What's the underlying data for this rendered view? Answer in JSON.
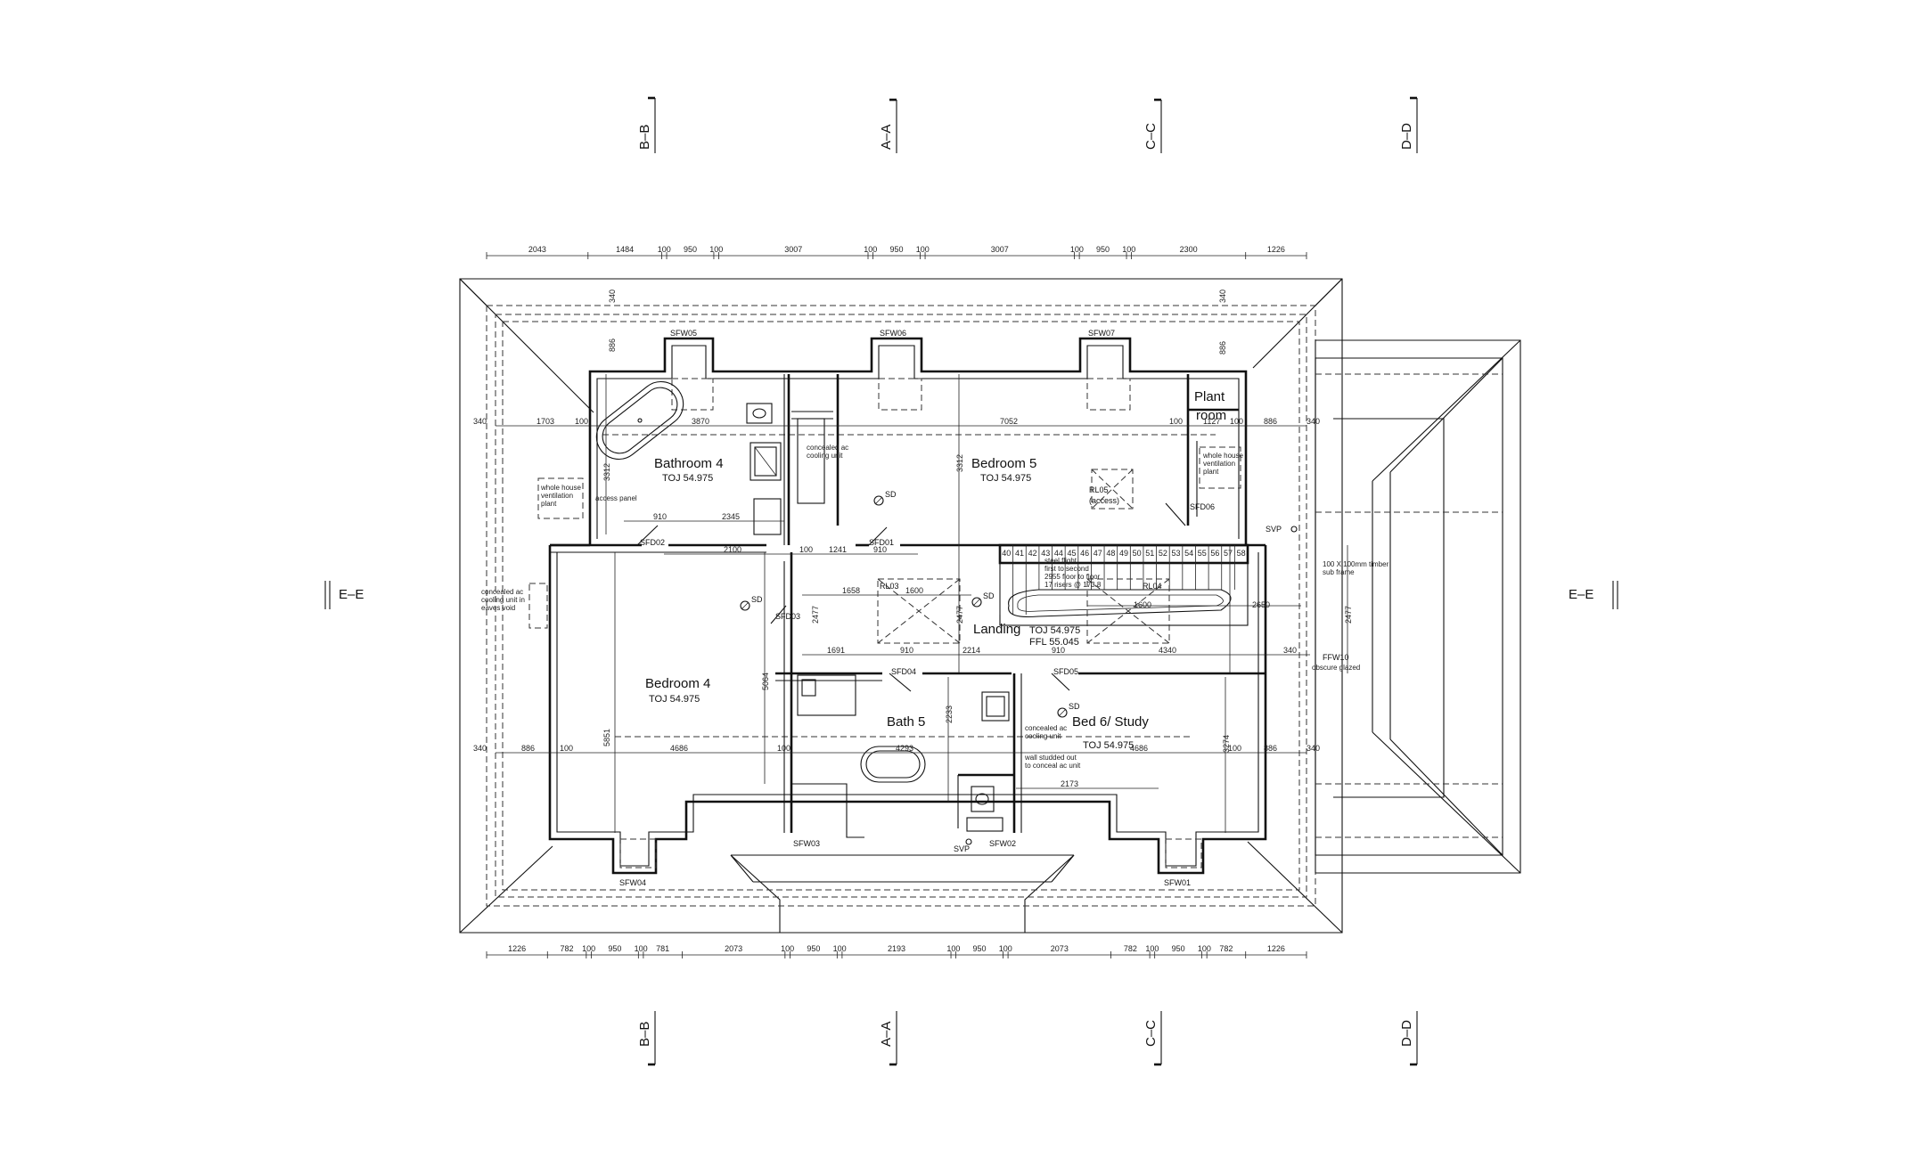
{
  "sections": {
    "bb": "B–B",
    "aa": "A–A",
    "cc": "C–C",
    "dd": "D–D",
    "ee": "E–E"
  },
  "top_dims": [
    "2043",
    "1484",
    "100",
    "950",
    "100",
    "3007",
    "100",
    "950",
    "100",
    "3007",
    "100",
    "950",
    "100",
    "2300",
    "1226"
  ],
  "bottom_dims": [
    "1226",
    "782",
    "100",
    "950",
    "100",
    "781",
    "2073",
    "100",
    "950",
    "100",
    "2193",
    "100",
    "950",
    "100",
    "2073",
    "782",
    "100",
    "950",
    "100",
    "782",
    "1226"
  ],
  "rooms": {
    "bath4": {
      "name": "Bathroom 4",
      "toj": "TOJ 54.975"
    },
    "bed5": {
      "name": "Bedroom 5",
      "toj": "TOJ 54.975"
    },
    "plant": {
      "name1": "Plant",
      "name2": "room"
    },
    "bed4": {
      "name": "Bedroom 4",
      "toj": "TOJ 54.975"
    },
    "landing": {
      "name": "Landing",
      "toj": "TOJ 54.975",
      "ffl": "FFL 55.045"
    },
    "bath5": {
      "name": "Bath 5"
    },
    "bed6": {
      "name": "Bed 6/ Study",
      "toj": "TOJ 54.975"
    }
  },
  "windows": {
    "sfw05": "SFW05",
    "sfw06": "SFW06",
    "sfw07": "SFW07",
    "sfw04": "SFW04",
    "sfw03": "SFW03",
    "sfw02": "SFW02",
    "sfw01": "SFW01",
    "ffw10": "FFW10"
  },
  "doors": {
    "sfd01": "SFD01",
    "sfd02": "SFD02",
    "sfd03": "SFD03",
    "sfd04": "SFD04",
    "sfd05": "SFD05",
    "sfd06": "SFD06"
  },
  "rooflights": {
    "rl03": "RL03",
    "rl04": "RL04",
    "rl05": "RL05",
    "rl05b": "(access)"
  },
  "notes": {
    "cac1": "concealed ac",
    "cac2": "cooling unit",
    "whv1": "whole house",
    "whv2": "ventilation",
    "whv3": "plant",
    "access": "access panel",
    "eaves1": "concealed ac",
    "eaves2": "cooling unit in",
    "eaves3": "eaves void",
    "stair1": "steel flight",
    "stair2": "first to second",
    "stair3": "2955 floor to floor",
    "stair4": "17 risers @ 173.8",
    "timber1": "100 X 100mm timber",
    "timber2": "sub frame",
    "obscure": "obscure glazed",
    "cac3": "concealed ac",
    "cac4": "cooling unit",
    "wall1": "wall studded out",
    "wall2": "to conceal ac unit",
    "sd": "SD",
    "svp": "SVP"
  },
  "inner_dims": {
    "d1703": "1703",
    "d100a": "100",
    "d3870": "3870",
    "d7052": "7052",
    "d100b": "100",
    "d1127": "1127",
    "d100c": "100",
    "d886a": "886",
    "d340a": "340",
    "d340b": "340",
    "d2345": "2345",
    "d910a": "910",
    "d2100": "2100",
    "d100d": "100",
    "d1241": "1241",
    "d910b": "910",
    "d1658": "1658",
    "d1600a": "1600",
    "d1600b": "1600",
    "d2650": "2650",
    "d1691": "1691",
    "d910c": "910",
    "d2214": "2214",
    "d910d": "910",
    "d4340": "4340",
    "d340c": "340",
    "d340d": "340",
    "d886b": "886",
    "d100e": "100",
    "d4686a": "4686",
    "d100f": "100",
    "d4293": "4293",
    "d4686b": "4686",
    "d100g": "100",
    "d886c": "886",
    "d340e": "340",
    "d2173": "2173",
    "d3312a": "3312",
    "d3312b": "3312",
    "d5064": "5064",
    "d5851": "5851",
    "d2477a": "2477",
    "d2477b": "2477",
    "d2477c": "2477",
    "d2233": "2233",
    "d3274": "3274",
    "d340f": "340",
    "d886d": "886",
    "d340g": "340",
    "d886e": "886"
  },
  "steps": [
    "40",
    "41",
    "42",
    "43",
    "44",
    "45",
    "46",
    "47",
    "48",
    "49",
    "50",
    "51",
    "52",
    "53",
    "54",
    "55",
    "56",
    "57",
    "58"
  ]
}
